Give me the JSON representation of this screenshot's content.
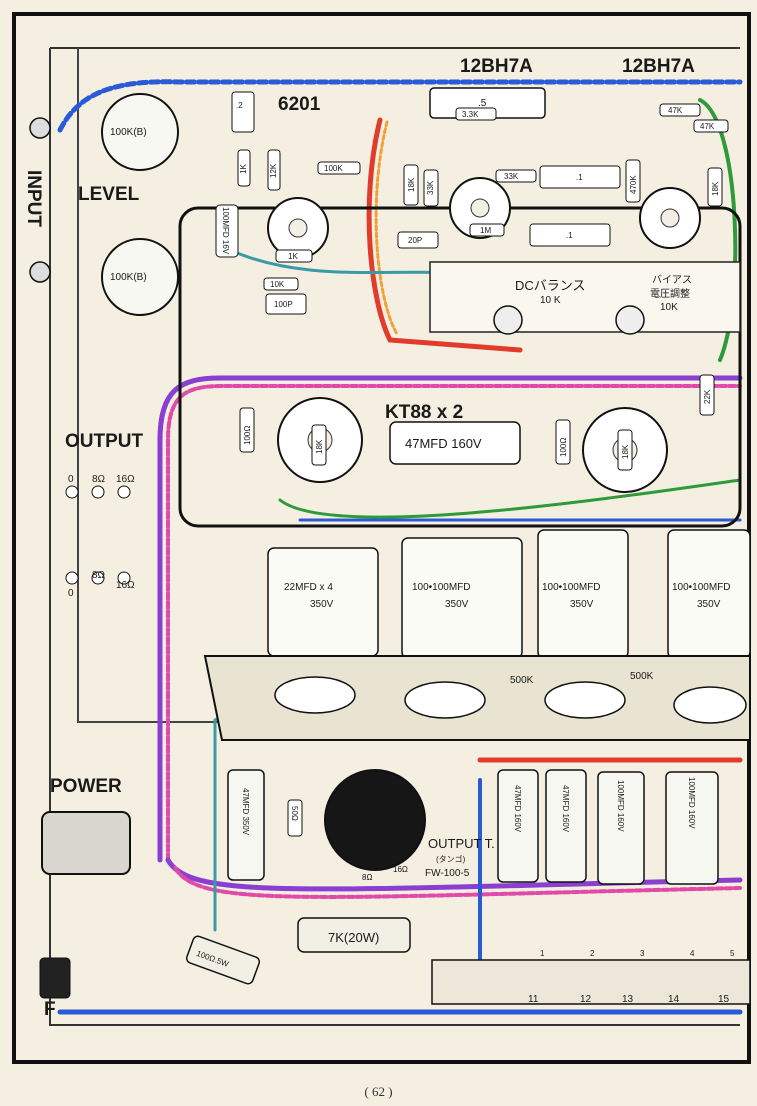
{
  "labels": {
    "input": "INPUT",
    "level": "LEVEL",
    "output": "OUTPUT",
    "power": "POWER",
    "fuse": "F",
    "tube_6201": "6201",
    "tube_12bh7a_1": "12BH7A",
    "tube_12bh7a_2": "12BH7A",
    "kt88": "KT88  x 2",
    "output_transformer": "OUTPUT T.",
    "output_transformer_maker": "(タンゴ)",
    "output_transformer_model": "FW-100-5",
    "dc_balance": "DCバランス",
    "dc_balance_value": "10 K",
    "bias_adjust": "バイアス",
    "bias_adjust_2": "電圧調整",
    "bias_adjust_value": "10K",
    "page_number": "( 62 )"
  },
  "pots": {
    "pot1": "100K(B)",
    "pot2": "100K(B)"
  },
  "output_taps": {
    "t0a": "0",
    "t8a": "8Ω",
    "t16a": "16Ω",
    "t0b": "0",
    "t8b": "8Ω",
    "t16b": "16Ω"
  },
  "components": {
    "c_05": ".5",
    "r_33k": "3.3K",
    "r_47k": "47K",
    "r_47k_b": "47K",
    "c_2": ".2",
    "r_12k": "12K",
    "r_1k": "1K",
    "r_100k": "100K",
    "r_18k": "18K",
    "r_33k_b": "33K",
    "r_33k_c": "33K",
    "r_1m": "1M",
    "c_20p": "20P",
    "c_1a": ".1",
    "c_1b": ".1",
    "r_470k": "470K",
    "r_18k_b": "18K",
    "c_100mfd16v": "100MFD 16V",
    "r_1k_b": "1K",
    "r_10k": "10K",
    "c_100p": "100P",
    "r_22k": "22K",
    "r_100ohm_a": "100Ω",
    "r_18k_c": "18K",
    "c_47mfd160v_a": "47MFD 160V",
    "r_100ohm_b": "100Ω",
    "r_18k_d": "18K",
    "cap_a": "22MFD x 4",
    "cap_a_v": "350V",
    "cap_b": "100•100MFD",
    "cap_b_v": "350V",
    "cap_c": "100•100MFD",
    "cap_c_v": "350V",
    "cap_d": "100•100MFD",
    "cap_d_v": "350V",
    "pot_500k_a": "500K",
    "pot_500k_b": "500K",
    "c_47mfd350v": "47MFD 350V",
    "r_50ohm": "50Ω",
    "r_7k": "7K(20W)",
    "r_100ohm5w": "100Ω.5W",
    "c_47mfd160v_b": "47MFD 160V",
    "c_47mfd160v_c": "47MFD 160V",
    "c_100mfd160v_a": "100MFD 160V",
    "c_100mfd160v_b": "100MFD 160V",
    "ot_16ohm": "16Ω",
    "ot_8ohm": "8Ω"
  },
  "terminals": [
    "11",
    "12",
    "13",
    "14",
    "15"
  ],
  "terminals_top": [
    "1",
    "2",
    "3",
    "4",
    "5"
  ]
}
